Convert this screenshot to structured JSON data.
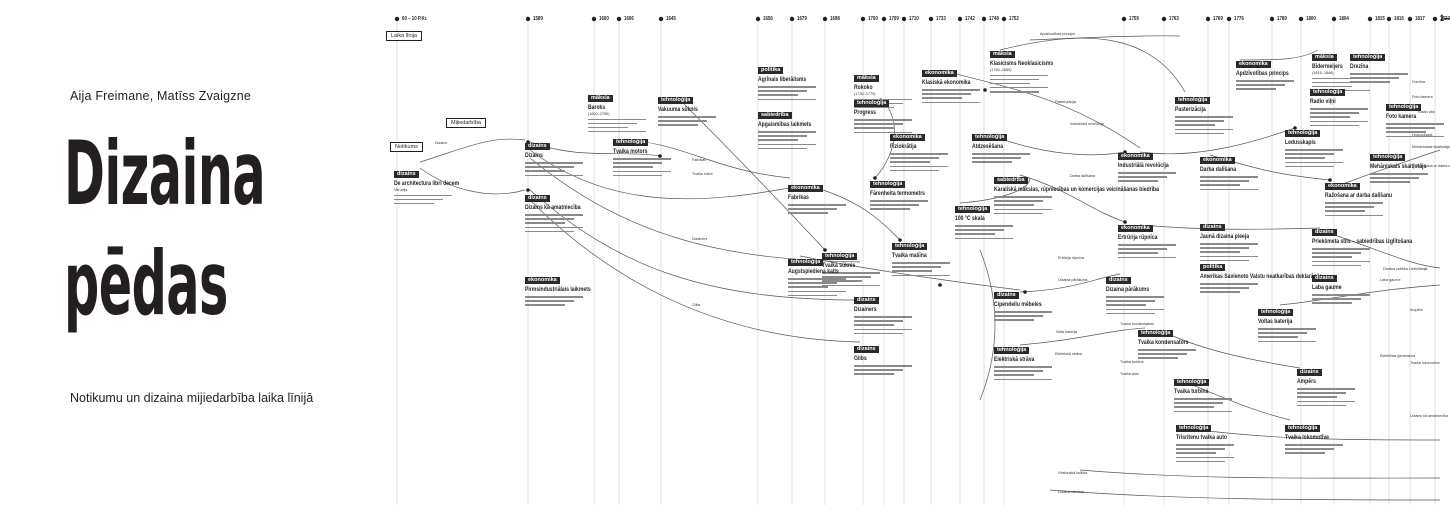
{
  "authors": "Aija Freimane, Matīss Zvaigzne",
  "title_line1": "Dizaina",
  "title_line2": "pēdas",
  "subtitle": "Notikumu un dizaina mijiedarbība laika līnijā",
  "legend": {
    "timeline": "Laika līnija",
    "interaction": "Mijiedarbība",
    "events": "Notikums"
  },
  "years": [
    "60 – 10 P.Kr.",
    "1589",
    "1600",
    "1606",
    "1645",
    "1656",
    "1679",
    "1698",
    "1700",
    "1709",
    "1710",
    "1733",
    "1742",
    "1748",
    "1752",
    "1759",
    "1763",
    "1769",
    "1776",
    "1789",
    "1800",
    "1804",
    "1815",
    "1816",
    "1817",
    "1822",
    "1826",
    "1—"
  ],
  "events": [
    {
      "id": "e01",
      "tag": "dizains",
      "title": "De architectura libri decem",
      "sub": "Vitruvijs"
    },
    {
      "id": "e02",
      "tag": "dizains",
      "title": "Dizains",
      "sub": ""
    },
    {
      "id": "e03",
      "tag": "dizains",
      "title": "Dizains kā amatniecība",
      "sub": ""
    },
    {
      "id": "e04",
      "tag": "ekonomika",
      "title": "Pirmsindustriālais laikmets",
      "sub": ""
    },
    {
      "id": "e05",
      "tag": "māksla",
      "title": "Baroks",
      "sub": "(1600–1750)"
    },
    {
      "id": "e06",
      "tag": "tehnoloģija",
      "title": "Tvaika motors",
      "sub": ""
    },
    {
      "id": "e07",
      "tag": "tehnoloģija",
      "title": "Vakuuma sūknis",
      "sub": ""
    },
    {
      "id": "e08",
      "tag": "politika",
      "title": "Agrīnais liberālisms",
      "sub": ""
    },
    {
      "id": "e09",
      "tag": "sabiedrība",
      "title": "Apgaismības laikmets",
      "sub": ""
    },
    {
      "id": "e10",
      "tag": "ekonomika",
      "title": "Fabrikas",
      "sub": ""
    },
    {
      "id": "e11",
      "tag": "tehnoloģija",
      "title": "Tvaika sūknis",
      "sub": ""
    },
    {
      "id": "e12",
      "tag": "tehnoloģija",
      "title": "Augstspiediena katls",
      "sub": ""
    },
    {
      "id": "e13",
      "tag": "māksla",
      "title": "Rokoko",
      "sub": "(1730–1775)"
    },
    {
      "id": "e14",
      "tag": "tehnoloģija",
      "title": "Progress",
      "sub": ""
    },
    {
      "id": "e15",
      "tag": "ekonomika",
      "title": "Fiziokrātija",
      "sub": ""
    },
    {
      "id": "e16",
      "tag": "tehnoloģija",
      "title": "Fārenheita termometrs",
      "sub": ""
    },
    {
      "id": "e17",
      "tag": "tehnoloģija",
      "title": "Tvaika mašīna",
      "sub": ""
    },
    {
      "id": "e18",
      "tag": "dizains",
      "title": "Dizainers",
      "sub": ""
    },
    {
      "id": "e19",
      "tag": "dizains",
      "title": "Glibs",
      "sub": ""
    },
    {
      "id": "e20",
      "tag": "ekonomika",
      "title": "Klasiskā ekonomika",
      "sub": ""
    },
    {
      "id": "e21",
      "tag": "māksla",
      "title": "Klasicisms Neoklasicisms",
      "sub": "(1750–1850)"
    },
    {
      "id": "e22",
      "tag": "tehnoloģija",
      "title": "Atdzesēšana",
      "sub": ""
    },
    {
      "id": "e23",
      "tag": "tehnoloģija",
      "title": "100 °C skala",
      "sub": ""
    },
    {
      "id": "e24",
      "tag": "sabiedrība",
      "title": "Karaliskā mākslas, rūpniecības un komercijas veicināšanas biedrība",
      "sub": ""
    },
    {
      "id": "e25",
      "tag": "dizains",
      "title": "Čipendeilu mēbeles",
      "sub": ""
    },
    {
      "id": "e26",
      "tag": "tehnoloģija",
      "title": "Elektriskā strāva",
      "sub": ""
    },
    {
      "id": "e27",
      "tag": "tehnoloģija",
      "title": "Pasterizācija",
      "sub": ""
    },
    {
      "id": "e28",
      "tag": "ekonomika",
      "title": "Industriālā revolūcija",
      "sub": ""
    },
    {
      "id": "e29",
      "tag": "ekonomika",
      "title": "Ertrūrija rūpnīca",
      "sub": ""
    },
    {
      "id": "e30",
      "tag": "dizains",
      "title": "Dizaina pārākums",
      "sub": ""
    },
    {
      "id": "e31",
      "tag": "tehnoloģija",
      "title": "Tvaika kondensators",
      "sub": ""
    },
    {
      "id": "e32",
      "tag": "tehnoloģija",
      "title": "Tvaika turbīna",
      "sub": ""
    },
    {
      "id": "e33",
      "tag": "tehnoloģija",
      "title": "Trīsritenu tvaika auto",
      "sub": ""
    },
    {
      "id": "e34",
      "tag": "ekonomika",
      "title": "Apdzīvotības princips",
      "sub": ""
    },
    {
      "id": "e35",
      "tag": "ekonomika",
      "title": "Darba dalīšana",
      "sub": ""
    },
    {
      "id": "e36",
      "tag": "dizains",
      "title": "Jaunā dizaina pieeja",
      "sub": ""
    },
    {
      "id": "e37",
      "tag": "politika",
      "title": "Amerikas Savienoto Valstu neatkarības deklarācija",
      "sub": ""
    },
    {
      "id": "e38",
      "tag": "tehnoloģija",
      "title": "Voltas baterija",
      "sub": ""
    },
    {
      "id": "e39",
      "tag": "dizains",
      "title": "Ampērs",
      "sub": ""
    },
    {
      "id": "e40",
      "tag": "tehnoloģija",
      "title": "Tvaika lokomotīve",
      "sub": ""
    },
    {
      "id": "e41",
      "tag": "māksla",
      "title": "Bīdermeijers",
      "sub": "(1815–1848)"
    },
    {
      "id": "e42",
      "tag": "tehnoloģija",
      "title": "Radio viļņi",
      "sub": ""
    },
    {
      "id": "e43",
      "tag": "tehnoloģija",
      "title": "Drezīna",
      "sub": ""
    },
    {
      "id": "e44",
      "tag": "tehnoloģija",
      "title": "Foto kamera",
      "sub": ""
    },
    {
      "id": "e45",
      "tag": "tehnoloģija",
      "title": "Ledusskapis",
      "sub": ""
    },
    {
      "id": "e46",
      "tag": "tehnoloģija",
      "title": "Mehāniskais skaitļotājs",
      "sub": ""
    },
    {
      "id": "e47",
      "tag": "ekonomika",
      "title": "Ražošana ar darba dalīšanu",
      "sub": ""
    },
    {
      "id": "e48",
      "tag": "dizains",
      "title": "Priekšmeta stils – sabiedrības izglītošana",
      "sub": ""
    },
    {
      "id": "e49",
      "tag": "dizains",
      "title": "Laba gaume",
      "sub": ""
    }
  ],
  "lanes": [
    "Dizains",
    "Fabrikas",
    "Tvaika sūkni",
    "Dizainers",
    "Glibs",
    "Apdzīvotības princips",
    "Pasterizācija",
    "Industriālā revolūcija",
    "Darba dalīšana",
    "Ertrūrija rūpnīca",
    "Dizaina pārākums",
    "Volta baterija",
    "Tvaika kondensators",
    "Elektriskā strāva",
    "Tvaika turbīna",
    "Tvaika auto",
    "Drezīna",
    "Foto kamera",
    "Radio viļņi",
    "Ledusskapis",
    "Mehāniskais skaitļotājs",
    "Ražošana ar darba dalīšanu",
    "Dizaina politika Lielbritānijā",
    "Laba gaume",
    "Ampērs",
    "Tvaika lokomotīve",
    "Elektrības ģeneratora",
    "Dizains kā amatniecība",
    "Vēsturiskā kultūra",
    "Dizaina fabrikas"
  ]
}
